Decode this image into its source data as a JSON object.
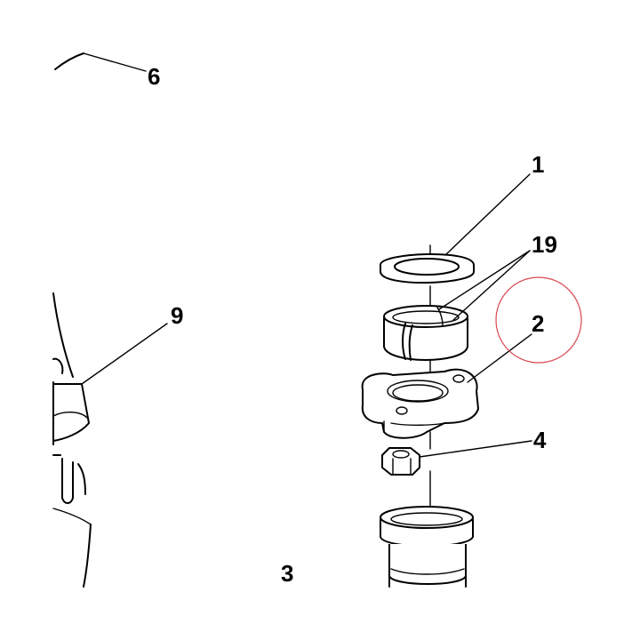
{
  "diagram": {
    "callouts": {
      "c1": "1",
      "c2": "2",
      "c3": "3",
      "c4": "4",
      "c6": "6",
      "c9": "9",
      "c19": "19"
    },
    "colors": {
      "line": "#000000",
      "background": "#ffffff",
      "highlight_circle": "#d9474f"
    }
  }
}
